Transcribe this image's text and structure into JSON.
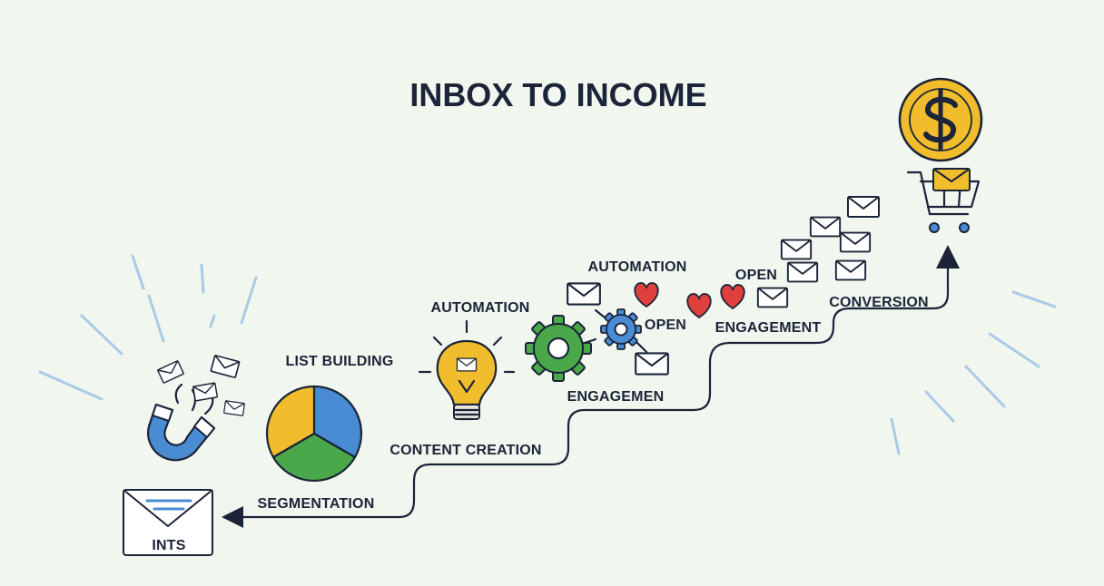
{
  "title": "INBOX TO INCOME",
  "labels": {
    "inbox": "INTS",
    "segmentation": "SEGMENTATION",
    "list_building": "LIST BUILDING",
    "content_creation": "CONTENT CREATION",
    "automation_1": "AUTOMATION",
    "automation_2": "AUTOMATION",
    "engagement_1": "ENGAGEMEN",
    "open_1": "OPEN",
    "open_2": "OPEN",
    "engagement_2": "ENGAGEMENT",
    "conversion": "CONVERSION"
  },
  "icons": {
    "magnet": "magnet-icon",
    "pie": "pie-chart-icon",
    "bulb": "lightbulb-icon",
    "gears": "gears-icon",
    "heart": "heart-icon",
    "envelope": "envelope-icon",
    "cart": "shopping-cart-icon",
    "coin": "dollar-coin-icon"
  },
  "colors": {
    "ink": "#1b2438",
    "yellow": "#f2bd2c",
    "blue": "#4a8cd3",
    "green": "#4aa84a",
    "red": "#e0403c",
    "ray": "#a9cbe8",
    "background": "#f1f6ef"
  }
}
